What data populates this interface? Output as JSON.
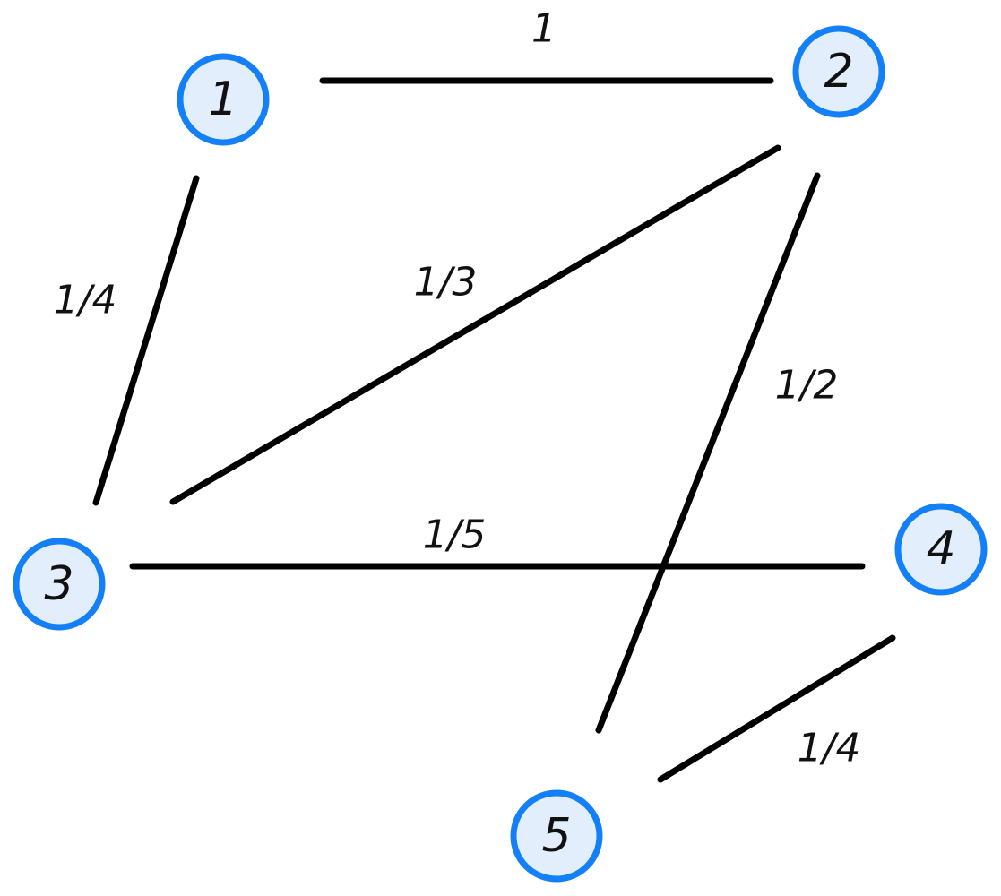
{
  "colors": {
    "node_fill": "#e3eefc",
    "node_stroke": "#1480f7",
    "edge": "#000000"
  },
  "nodes": [
    {
      "id": "1",
      "label": "1"
    },
    {
      "id": "2",
      "label": "2"
    },
    {
      "id": "3",
      "label": "3"
    },
    {
      "id": "4",
      "label": "4"
    },
    {
      "id": "5",
      "label": "5"
    }
  ],
  "edges": [
    {
      "from": "1",
      "to": "2",
      "weight": "1"
    },
    {
      "from": "1",
      "to": "3",
      "weight": "1/4"
    },
    {
      "from": "2",
      "to": "3",
      "weight": "1/3"
    },
    {
      "from": "2",
      "to": "5",
      "weight": "1/2"
    },
    {
      "from": "3",
      "to": "4",
      "weight": "1/5"
    },
    {
      "from": "4",
      "to": "5",
      "weight": "1/4"
    }
  ]
}
